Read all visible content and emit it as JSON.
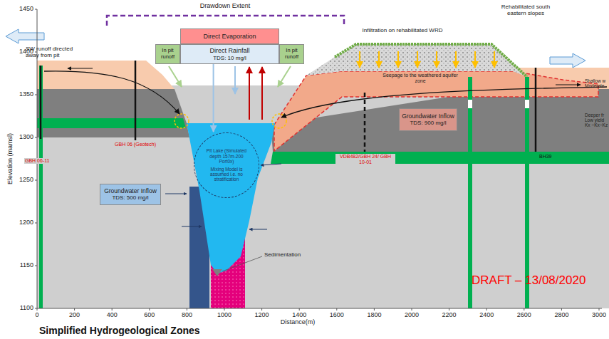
{
  "diagram": {
    "title": "Simplified Hydrogeological Zones",
    "nodes": [
      {
        "text": [
          "Direct Evaporation"
        ]
      },
      {
        "text": [
          "Direct Rainfall",
          "TDS: 10 mg/l"
        ]
      },
      {
        "text": [
          "In pit runoff"
        ]
      },
      {
        "text": [
          "In pit runoff"
        ]
      },
      {
        "text": [
          "Pit Lake (Simulated depth 157m-200 Port0x)",
          "Mixing Model is assumed i.e. no stratification"
        ]
      },
      {
        "text": [
          "Groundwater Inflow",
          "TDS: 900 mg/l"
        ]
      },
      {
        "text": [
          "Groundwater Inflow",
          "TDS: 500 mg/l"
        ]
      }
    ],
    "edges": [
      {
        "from": 1,
        "to": 4,
        "arrow": "to"
      }
    ],
    "labels": [
      "Drawdown Extent",
      "SW runoff directed away from pit",
      "Infiltration on rehabilitated WRD",
      "Rehabilitated south eastern slopes",
      "Seepage to the weathered aquifer zone",
      "Shallow w Moderate",
      "Deeper fr Low yield Kx ~Kx~Kz",
      "GBH 06-11",
      "GBH 06 (Geotech)",
      "VDB482/GBH 24/ GBH 10-01",
      "BH39",
      "Sedimentation",
      "DRAFT – 13/08/2020",
      "Elevation (mamsl)",
      "Distance(m)",
      "1450",
      "1400",
      "1350",
      "1300",
      "1250",
      "1200",
      "1150",
      "1100",
      "0",
      "200",
      "400",
      "600",
      "800",
      "1000",
      "1200",
      "1400",
      "1600",
      "1800",
      "2000",
      "2200",
      "2400",
      "2600",
      "2800",
      "3000"
    ]
  }
}
